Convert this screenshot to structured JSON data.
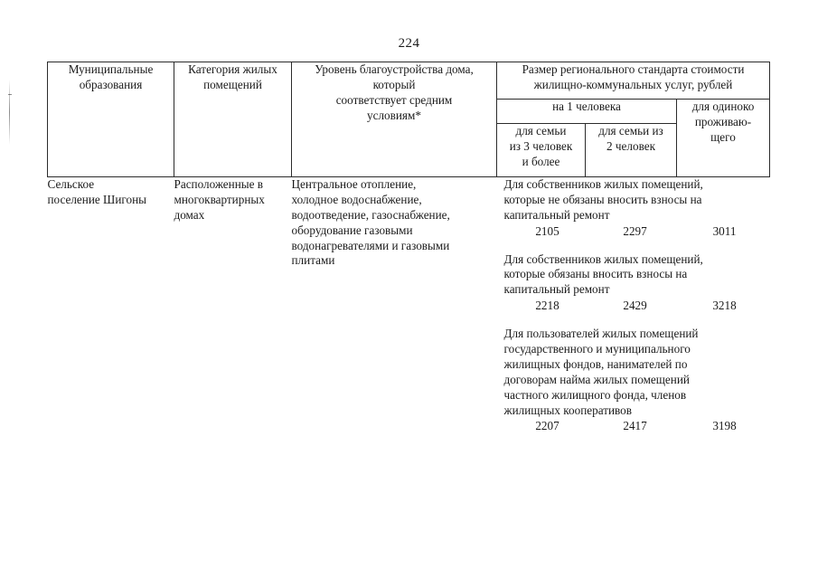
{
  "page": {
    "number": "224"
  },
  "table": {
    "header": {
      "col_municipality": "Муниципальные\nобразования",
      "col_category": "Категория жилых\nпомещений",
      "col_amenities": "Уровень благоустройства дома,\nкоторый\nсоответствует средним\nусловиям*",
      "col_standard": "Размер регионального стандарта стоимости\nжилищно-коммунальных услуг, рублей",
      "col_per_person": "на 1 человека",
      "col_family3": "для семьи\nиз 3 человек\nи более",
      "col_family2": "для семьи из\n2 человек",
      "col_single": "для одиноко\nпроживаю-\nщего"
    },
    "row": {
      "municipality": "Сельское\nпоселение Шигоны",
      "category": "Расположенные в\nмногоквартирных\nдомах",
      "amenities": "Центральное отопление,\nхолодное водоснабжение,\nводоотведение, газоснабжение,\nоборудование газовыми\nводонагревателями и газовыми\nплитами",
      "groups": [
        {
          "title": "Для собственников жилых помещений,\nкоторые не обязаны вносить взносы на\nкапитальный ремонт",
          "family3": "2105",
          "family2": "2297",
          "single": "3011"
        },
        {
          "title": "Для собственников  жилых помещений,\nкоторые обязаны вносить взносы на\nкапитальный ремонт",
          "family3": "2218",
          "family2": "2429",
          "single": "3218"
        },
        {
          "title": "Для пользователей жилых помещений\nгосударственного и муниципального\nжилищных фондов, нанимателей по\nдоговорам найма жилых помещений\nчастного жилищного фонда, членов\nжилищных кооперативов",
          "family3": "2207",
          "family2": "2417",
          "single": "3198"
        }
      ]
    }
  }
}
